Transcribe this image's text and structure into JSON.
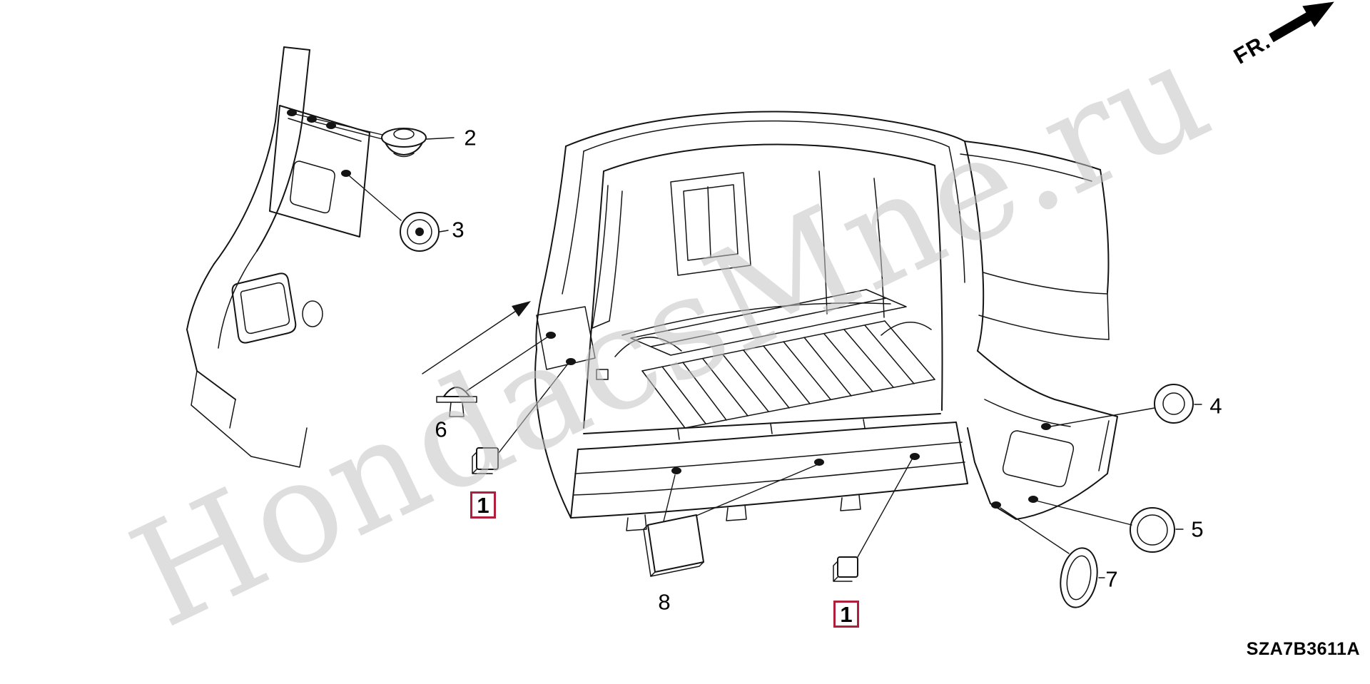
{
  "watermark": {
    "text": "HondacsMne.ru",
    "color": "#c4c4c4"
  },
  "direction_indicator": {
    "label": "FR."
  },
  "diagram_code": "SZA7B3611A",
  "callouts": [
    {
      "ref": "2",
      "label": "2",
      "boxed": false
    },
    {
      "ref": "3",
      "label": "3",
      "boxed": false
    },
    {
      "ref": "6",
      "label": "6",
      "boxed": false
    },
    {
      "ref": "1-left",
      "label": "1",
      "boxed": true
    },
    {
      "ref": "8",
      "label": "8",
      "boxed": false
    },
    {
      "ref": "1-right",
      "label": "1",
      "boxed": true
    },
    {
      "ref": "7",
      "label": "7",
      "boxed": false
    },
    {
      "ref": "5",
      "label": "5",
      "boxed": false
    },
    {
      "ref": "4",
      "label": "4",
      "boxed": false
    }
  ],
  "colors": {
    "line": "#141414",
    "callout_box": "#b01e3c",
    "background": "#ffffff"
  }
}
